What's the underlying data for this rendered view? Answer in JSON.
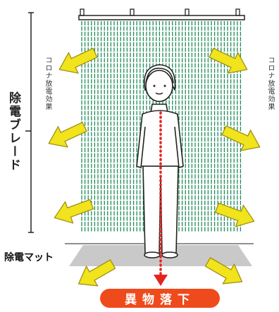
{
  "labels": {
    "blade": "除電ブレード",
    "mat": "除電マット",
    "corona_left": "コロナ放電効果",
    "corona_right": "コロナ放電効果",
    "result": "異物落下"
  },
  "colors": {
    "blade_line": "#1f8a5a",
    "arrow_fill": "#f1e31c",
    "arrow_stroke": "#9a8a10",
    "drop_red": "#e52420",
    "pill": "#ef4a1c",
    "mat": "#c9c9c9"
  },
  "icons": {
    "person": "person-icon",
    "arrow": "arrow-icon",
    "down_arrow": "arrow-down-icon"
  }
}
